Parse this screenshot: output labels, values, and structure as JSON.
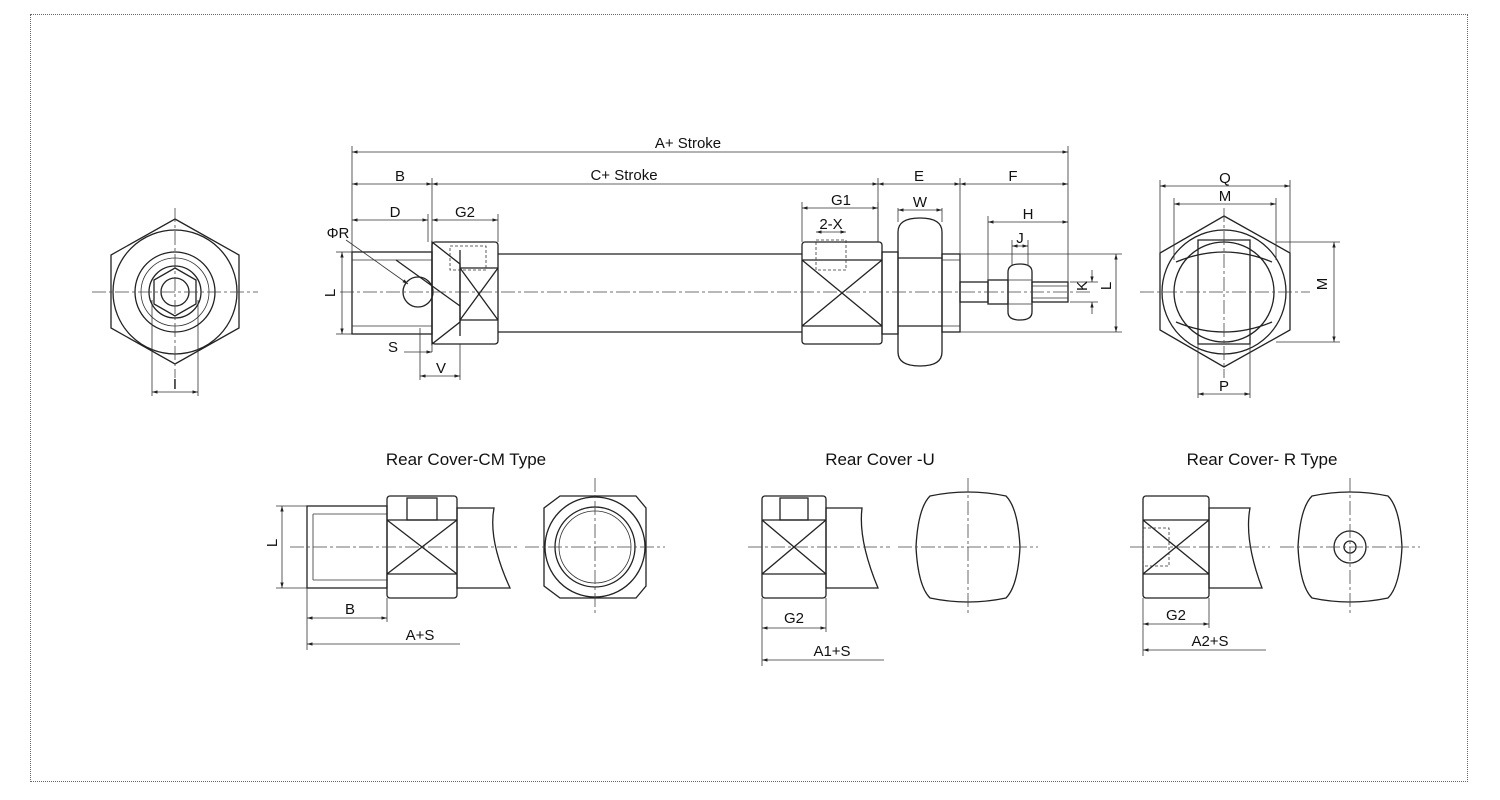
{
  "labels": {
    "a_stroke": "A+ Stroke",
    "c_stroke": "C+ Stroke",
    "b": "B",
    "d": "D",
    "g2": "G2",
    "g1": "G1",
    "two_x": "2-X",
    "e": "E",
    "w": "W",
    "f": "F",
    "h": "H",
    "j": "J",
    "phi_r": "ΦR",
    "l": "L",
    "s": "S",
    "v": "V",
    "k": "K",
    "i": "I",
    "q": "Q",
    "m": "M",
    "p": "P"
  },
  "rear_cm": {
    "title": "Rear Cover-CM Type",
    "l": "L",
    "b": "B",
    "a_s": "A+S"
  },
  "rear_u": {
    "title": "Rear Cover -U",
    "g2": "G2",
    "a1_s": "A1+S"
  },
  "rear_r": {
    "title": "Rear Cover- R Type",
    "g2": "G2",
    "a2_s": "A2+S"
  }
}
